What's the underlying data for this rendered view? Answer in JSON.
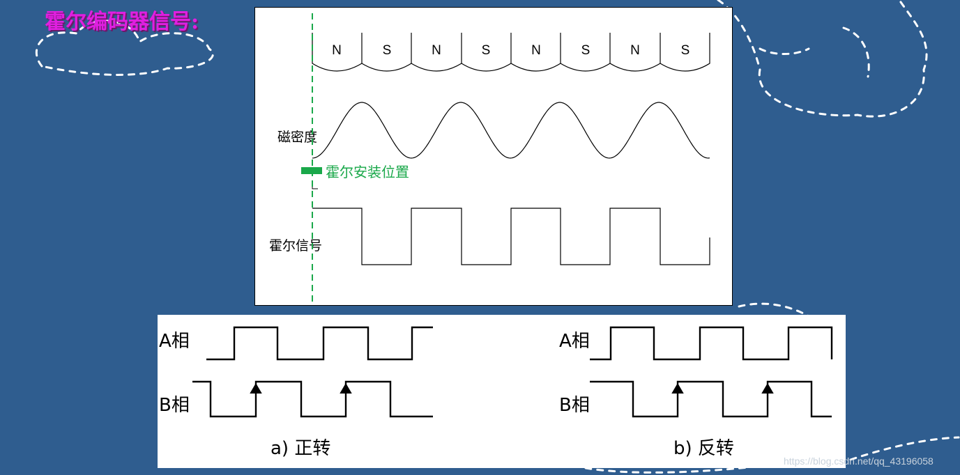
{
  "title": "霍尔编码器信号:",
  "top_diagram": {
    "poles": [
      "N",
      "S",
      "N",
      "S",
      "N",
      "S",
      "N",
      "S"
    ],
    "flux_label": "磁密度",
    "hall_position_label": "霍尔安装位置",
    "hall_signal_label": "霍尔信号"
  },
  "bottom_diagram": {
    "forward": {
      "phase_a": "A相",
      "phase_b": "B相",
      "caption": "a)  正转"
    },
    "reverse": {
      "phase_a": "A相",
      "phase_b": "B相",
      "caption": "b)  反转"
    }
  },
  "watermark": "https://blog.csdn.net/qq_43196058",
  "colors": {
    "background": "#2f5d8f",
    "title": "#e01fe0",
    "hall_marker": "#1aa84a"
  }
}
